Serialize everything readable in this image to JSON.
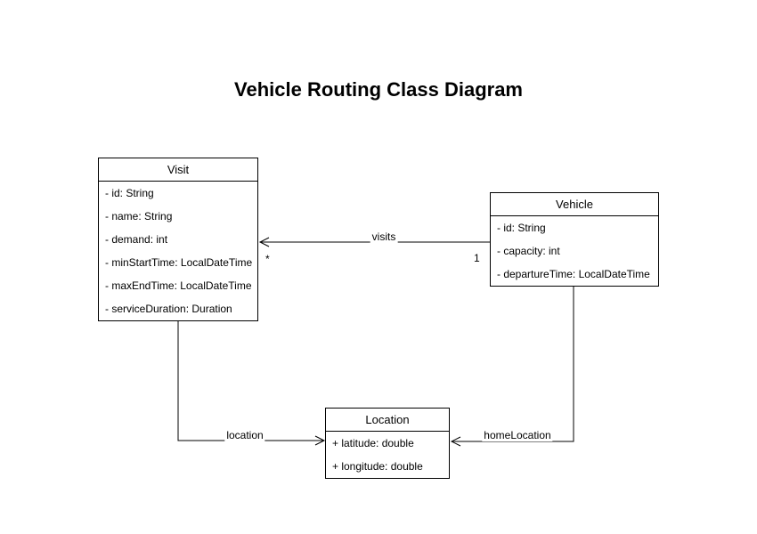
{
  "title": "Vehicle Routing Class Diagram",
  "classes": {
    "visit": {
      "name": "Visit",
      "attributes": [
        "- id: String",
        "- name: String",
        "- demand: int",
        "- minStartTime: LocalDateTime",
        "- maxEndTime: LocalDateTime",
        "- serviceDuration: Duration"
      ]
    },
    "vehicle": {
      "name": "Vehicle",
      "attributes": [
        "- id: String",
        "- capacity: int",
        "- departureTime: LocalDateTime"
      ]
    },
    "location": {
      "name": "Location",
      "attributes": [
        "+ latitude: double",
        "+ longitude: double"
      ]
    }
  },
  "associations": {
    "visits": {
      "label": "visits",
      "target_multiplicity": "*",
      "source_multiplicity": "1"
    },
    "location": {
      "label": "location"
    },
    "homeLocation": {
      "label": "homeLocation"
    }
  },
  "colors": {
    "line": "#000000",
    "background": "#ffffff",
    "box_fill": "#ffffff",
    "text": "#000000"
  }
}
